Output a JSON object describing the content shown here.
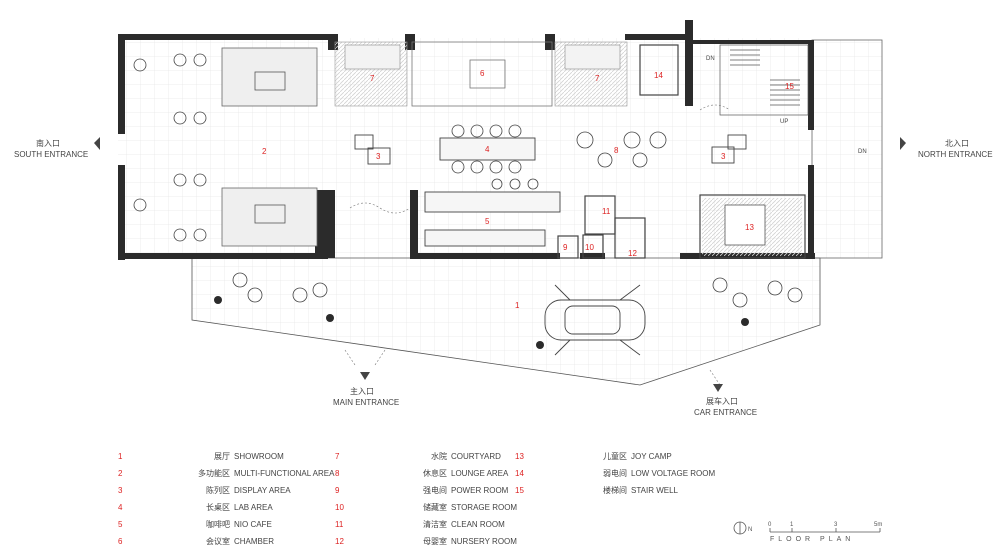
{
  "entrances": {
    "south_cn": "南入口",
    "south_en": "SOUTH ENTRANCE",
    "north_cn": "北入口",
    "north_en": "NORTH ENTRANCE",
    "main_cn": "主入口",
    "main_en": "MAIN ENTRANCE",
    "car_cn": "展车入口",
    "car_en": "CAR ENTRANCE"
  },
  "stair_labels": {
    "dn1": "DN",
    "dn2": "DN",
    "up": "UP"
  },
  "room_numbers": {
    "n1": "1",
    "n2": "2",
    "n3a": "3",
    "n3b": "3",
    "n4": "4",
    "n5": "5",
    "n6": "6",
    "n7a": "7",
    "n7b": "7",
    "n8": "8",
    "n9": "9",
    "n10": "10",
    "n11": "11",
    "n12": "12",
    "n13": "13",
    "n14": "14",
    "n15": "15"
  },
  "legend": [
    {
      "num": "1",
      "cn": "展厅",
      "en": "SHOWROOM"
    },
    {
      "num": "2",
      "cn": "多功能区",
      "en": "MULTI-FUNCTIONAL AREA"
    },
    {
      "num": "3",
      "cn": "陈列区",
      "en": "DISPLAY AREA"
    },
    {
      "num": "4",
      "cn": "长桌区",
      "en": "LAB AREA"
    },
    {
      "num": "5",
      "cn": "咖啡吧",
      "en": "NIO CAFE"
    },
    {
      "num": "6",
      "cn": "会议室",
      "en": "CHAMBER"
    },
    {
      "num": "7",
      "cn": "水院",
      "en": "COURTYARD"
    },
    {
      "num": "8",
      "cn": "休息区",
      "en": "LOUNGE AREA"
    },
    {
      "num": "9",
      "cn": "强电间",
      "en": "POWER ROOM"
    },
    {
      "num": "10",
      "cn": "储藏室",
      "en": "STORAGE ROOM"
    },
    {
      "num": "11",
      "cn": "清洁室",
      "en": "CLEAN ROOM"
    },
    {
      "num": "12",
      "cn": "母婴室",
      "en": "NURSERY ROOM"
    },
    {
      "num": "13",
      "cn": "儿童区",
      "en": "JOY CAMP"
    },
    {
      "num": "14",
      "cn": "弱电间",
      "en": "LOW VOLTAGE ROOM"
    },
    {
      "num": "15",
      "cn": "楼梯间",
      "en": "STAIR WELL"
    }
  ],
  "scale": {
    "north": "N",
    "t0": "0",
    "t1": "1",
    "t3": "3",
    "t5": "5m",
    "caption": "FLOOR PLAN"
  },
  "colors": {
    "wall": "#2b2b2b",
    "grid": "#e4e4e4",
    "number": "#dd2222",
    "hatch": "#cfcfcf"
  }
}
